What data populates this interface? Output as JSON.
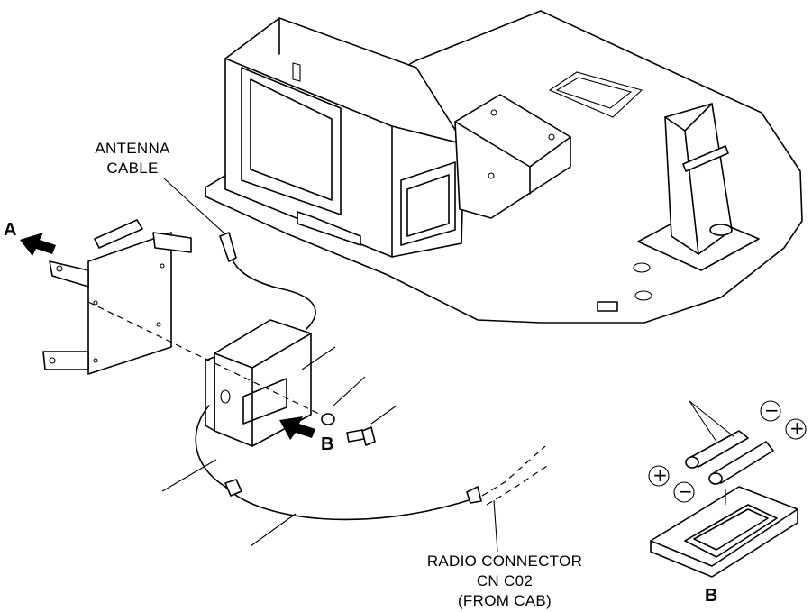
{
  "labels": {
    "antenna_cable": [
      "ANTENNA",
      "CABLE"
    ],
    "radio_connector": [
      "RADIO CONNECTOR",
      "CN C02",
      "(FROM CAB)"
    ],
    "arrow_a": "A",
    "arrow_b": "B",
    "detail_b": "B",
    "minus": "−",
    "plus": "+"
  }
}
